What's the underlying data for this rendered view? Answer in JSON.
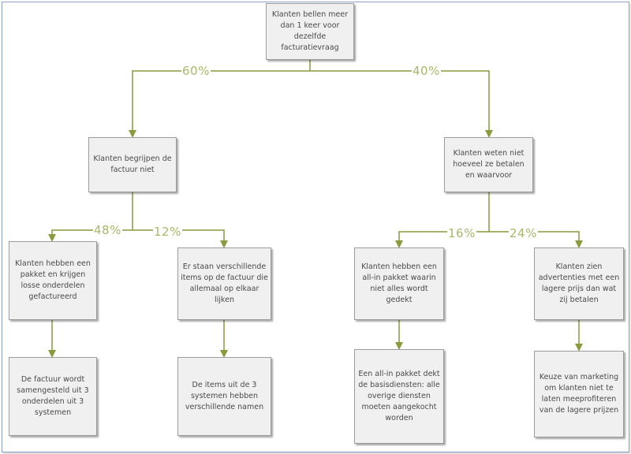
{
  "colors": {
    "connector": "#8a9a3c",
    "percent_text": "#a8b86a",
    "box_fill": "#f0f0f0",
    "box_border": "#9c9c9c"
  },
  "nodes": {
    "root": "Klanten bellen meer dan 1 keer voor dezelfde facturatievraag",
    "left": "Klanten begrijpen de factuur niet",
    "right": "Klanten weten niet hoeveel ze betalen en waarvoor",
    "ll": "Klanten hebben een pakket en krijgen losse onderdelen gefactureerd",
    "lr": "Er staan verschillende items op de factuur die allemaal op elkaar lijken",
    "rl": "Klanten hebben een all-in pakket waarin niet alles wordt gedekt",
    "rr": "Klanten zien advertenties met een lagere prijs dan wat zij betalen",
    "ll_child": "De factuur wordt samengesteld uit 3 onderdelen uit 3 systemen",
    "lr_child": "De items uit de 3 systemen hebben verschillende namen",
    "rl_child": "Een all-in pakket dekt de basisdiensten: alle overige diensten moeten aangekocht worden",
    "rr_child": "Keuze van marketing om klanten niet te laten meeprofiteren van de lagere prijzen"
  },
  "percentages": {
    "left": "60%",
    "right": "40%",
    "ll": "48%",
    "lr": "12%",
    "rl": "16%",
    "rr": "24%"
  }
}
